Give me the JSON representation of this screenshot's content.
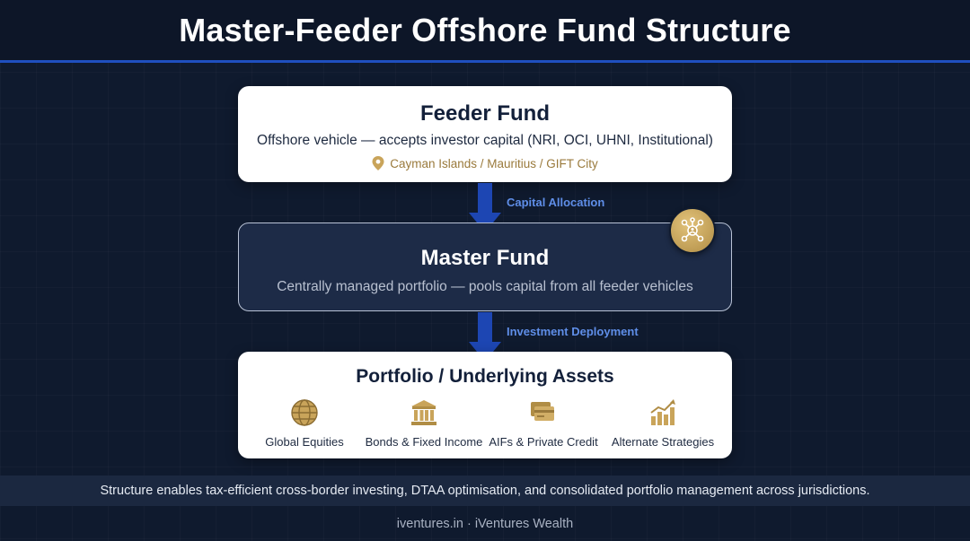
{
  "title": "Master-Feeder Offshore Fund Structure",
  "feeder": {
    "title": "Feeder Fund",
    "subtitle": "Offshore vehicle — accepts investor capital (NRI, OCI, UHNI, Institutional)",
    "location_icon": "map-pin-icon",
    "location": "Cayman Islands / Mauritius / GIFT City"
  },
  "flow1": {
    "label": "Capital Allocation",
    "icon": "arrow-down-icon"
  },
  "master": {
    "title": "Master Fund",
    "subtitle": "Centrally managed portfolio — pools capital from all feeder vehicles",
    "badge_icon": "network-hub-icon"
  },
  "flow2": {
    "label": "Investment Deployment",
    "icon": "arrow-down-icon"
  },
  "portfolio": {
    "title": "Portfolio / Underlying Assets",
    "assets": [
      {
        "label": "Global Equities",
        "icon": "globe-icon"
      },
      {
        "label": "Bonds & Fixed Income",
        "icon": "bank-icon"
      },
      {
        "label": "AIFs & Private Credit",
        "icon": "cards-icon"
      },
      {
        "label": "Alternate Strategies",
        "icon": "bar-chart-icon"
      }
    ]
  },
  "footer": {
    "note": "Structure enables tax-efficient cross-border investing, DTAA optimisation, and consolidated portfolio management across jurisdictions.",
    "credit": "iventures.in · iVentures Wealth"
  },
  "colors": {
    "background": "#0f1a2e",
    "accent_blue": "#1f4fbf",
    "arrow_label": "#5f8ee8",
    "gold": "#c9a45a",
    "master_card": "#1d2b47"
  }
}
